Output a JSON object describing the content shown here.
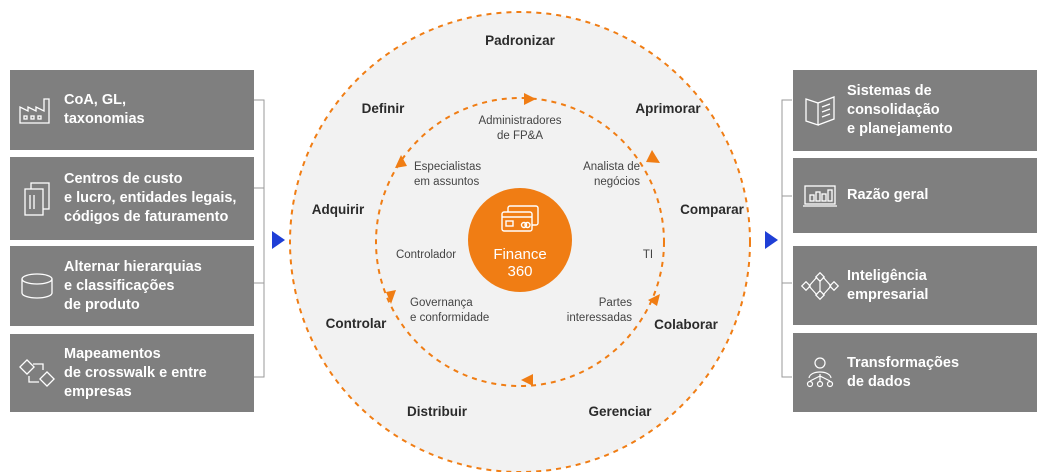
{
  "left_boxes": [
    {
      "text": "CoA, GL,\ntaxonomias",
      "icon": "factory-icon"
    },
    {
      "text": "Centros de custo\ne lucro, entidades legais,\ncódigos de faturamento",
      "icon": "documents-icon"
    },
    {
      "text": "Alternar hierarquias\ne classificações\nde produto",
      "icon": "database-icon"
    },
    {
      "text": "Mapeamentos\nde crosswalk e entre\nempresas",
      "icon": "crosswalk-icon"
    }
  ],
  "right_boxes": [
    {
      "text": "Sistemas de\nconsolidação\ne planejamento",
      "icon": "book-icon"
    },
    {
      "text": "Razão geral",
      "icon": "ledger-chart-icon"
    },
    {
      "text": "Inteligência\nempresarial",
      "icon": "network-icon"
    },
    {
      "text": "Transformações\nde dados",
      "icon": "person-hierarchy-icon"
    }
  ],
  "outer_ring": {
    "padronizar": "Padronizar",
    "aprimorar": "Aprimorar",
    "comparar": "Comparar",
    "colaborar": "Colaborar",
    "gerenciar": "Gerenciar",
    "distribuir": "Distribuir",
    "controlar": "Controlar",
    "adquirir": "Adquirir",
    "definir": "Definir"
  },
  "inner_ring": {
    "administradores": "Administradores\nde FP&A",
    "analista": "Analista de\nnegócios",
    "ti": "TI",
    "partes": "Partes\ninteressadas",
    "governanca": "Governança\ne conformidade",
    "controlador": "Controlador",
    "especialistas": "Especialistas\nem assuntos"
  },
  "center": {
    "line1": "Finance",
    "line2": "360",
    "icon": "credit-cards-icon"
  },
  "colors": {
    "accent": "#f07d14",
    "box": "#7f7f7f",
    "arrow": "#1f3fd6",
    "circle_fill": "#f2f2f2"
  }
}
